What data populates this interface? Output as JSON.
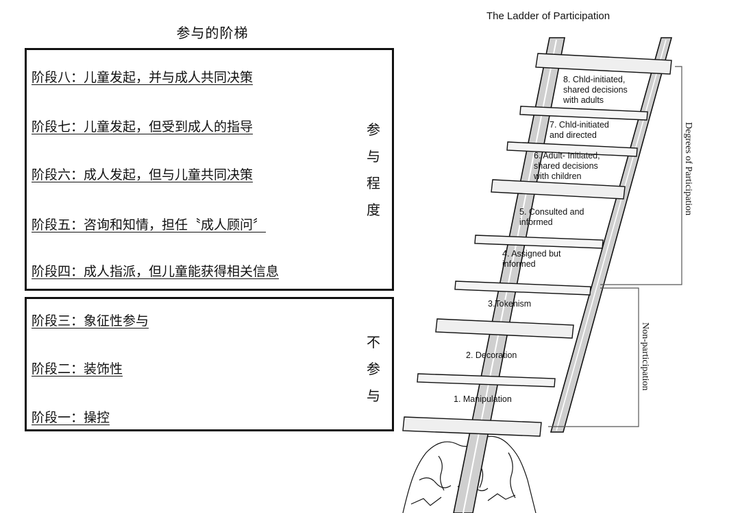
{
  "left": {
    "title": "参与的阶梯",
    "participation_stages": [
      "阶段八：儿童发起，并与成人共同决策",
      "阶段七：儿童发起，但受到成人的指导",
      "阶段六：成人发起，但与儿童共同决策",
      "阶段五：咨询和知情，担任〝成人顾问〞",
      "阶段四：成人指派，但儿童能获得相关信息"
    ],
    "participation_label": [
      "参",
      "与",
      "程",
      "度"
    ],
    "nonparticipation_stages": [
      "阶段三：象征性参与",
      "阶段二：装饰性",
      "阶段一：操控"
    ],
    "nonparticipation_label": [
      "不",
      "参",
      "与"
    ]
  },
  "ladder": {
    "title": "The Ladder of Participation",
    "rungs": [
      [
        "8. Chld-initiated,",
        "shared decisions",
        "with adults"
      ],
      [
        "7. Chld-initiated",
        "and directed"
      ],
      [
        "6. Adult- Initiated,",
        "shared decisions",
        "with children"
      ],
      [
        "5. Consulted and",
        "informed"
      ],
      [
        "4. Assigned but",
        "informed"
      ],
      [
        "3.Tokenism"
      ],
      [
        "2. Decoration"
      ],
      [
        "1. Manipulation"
      ]
    ],
    "degrees_label": "Degrees of Participation",
    "non_label": "Non-participation"
  },
  "colors": {
    "ink": "#111111",
    "background": "#ffffff",
    "rail_shade": "#cfcfcf"
  }
}
